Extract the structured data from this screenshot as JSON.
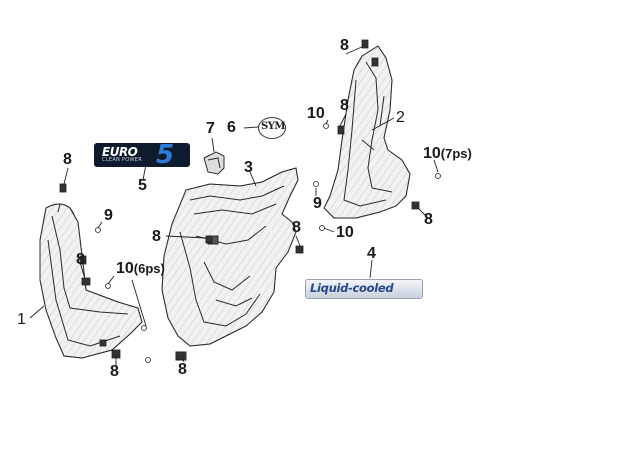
{
  "callouts": [
    {
      "id": "c1",
      "text": "1"
    },
    {
      "id": "c2",
      "text": "2"
    },
    {
      "id": "c3",
      "text": "3"
    },
    {
      "id": "c4",
      "text": "4"
    },
    {
      "id": "c5",
      "text": "5"
    },
    {
      "id": "c6",
      "text": "6"
    },
    {
      "id": "c7",
      "text": "7"
    },
    {
      "id": "c8a",
      "text": "8"
    },
    {
      "id": "c8b",
      "text": "8"
    },
    {
      "id": "c8c",
      "text": "8"
    },
    {
      "id": "c8d",
      "text": "8"
    },
    {
      "id": "c8e",
      "text": "8"
    },
    {
      "id": "c8f",
      "text": "8"
    },
    {
      "id": "c8g",
      "text": "8"
    },
    {
      "id": "c8h",
      "text": "8"
    },
    {
      "id": "c8i",
      "text": "8"
    },
    {
      "id": "c9a",
      "text": "9"
    },
    {
      "id": "c9b",
      "text": "9"
    },
    {
      "id": "c10a",
      "text": "10",
      "qty": "(6ps)"
    },
    {
      "id": "c10b",
      "text": "10"
    },
    {
      "id": "c10c",
      "text": "10"
    },
    {
      "id": "c10d",
      "text": "10",
      "qty": "(7ps)"
    }
  ],
  "badges": {
    "euro5": {
      "word": "EURO",
      "tagline": "CLEAN POWER",
      "digit": "5"
    },
    "liquid_cooled": {
      "text": "Liquid-cooled"
    },
    "sym_logo": {
      "text": "SYM"
    }
  },
  "colors": {
    "line": "#2b2b2b",
    "part_fill": "#e8e8e8",
    "euro_bg": "#0e1b2e",
    "euro_digit": "#2f7ad9",
    "liquid_text": "#27498a"
  }
}
